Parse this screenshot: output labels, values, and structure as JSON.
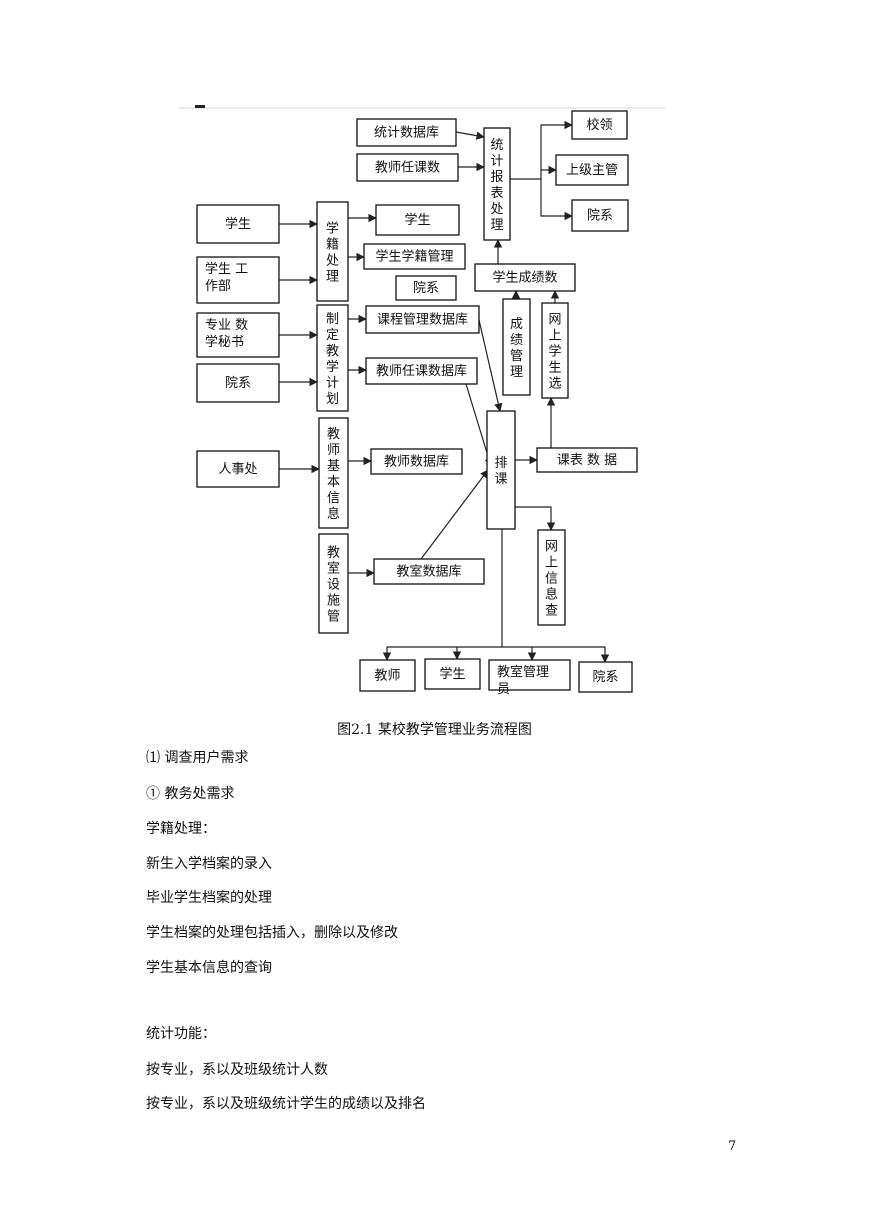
{
  "figure": {
    "nodes": [
      {
        "id": "stat_db",
        "label": "统计数据库"
      },
      {
        "id": "teacher_count",
        "label": "教师任课数"
      },
      {
        "id": "stat_report",
        "label": "统计报表处理"
      },
      {
        "id": "school_lead",
        "label": "校领"
      },
      {
        "id": "superior",
        "label": "上级主管"
      },
      {
        "id": "dept_top",
        "label": "院系"
      },
      {
        "id": "student_in",
        "label": "学生"
      },
      {
        "id": "student_work",
        "label": "学生 工 作部"
      },
      {
        "id": "status_proc",
        "label": "学籍处理"
      },
      {
        "id": "student_out",
        "label": "学生"
      },
      {
        "id": "student_status_mgmt",
        "label": "学生学籍管理"
      },
      {
        "id": "dept_mid",
        "label": "院系"
      },
      {
        "id": "score_count",
        "label": "学生成绩数"
      },
      {
        "id": "secretary",
        "label": "专业 数 学秘书"
      },
      {
        "id": "plan",
        "label": "制定教学计划"
      },
      {
        "id": "course_db",
        "label": "课程管理数据库"
      },
      {
        "id": "score_mgmt",
        "label": "成绩管理"
      },
      {
        "id": "online_select",
        "label": "网上学生选"
      },
      {
        "id": "dept_in",
        "label": "院系"
      },
      {
        "id": "teach_course_db",
        "label": "教师任课数据库"
      },
      {
        "id": "schedule",
        "label": "排课"
      },
      {
        "id": "hr",
        "label": "人事处"
      },
      {
        "id": "teacher_info",
        "label": "教师基本信息"
      },
      {
        "id": "teacher_db",
        "label": "教师数据库"
      },
      {
        "id": "timetable",
        "label": "课表 数 据"
      },
      {
        "id": "online_query",
        "label": "网上信息查"
      },
      {
        "id": "room_mgmt",
        "label": "教室设施管"
      },
      {
        "id": "room_db",
        "label": "教室数据库"
      },
      {
        "id": "out_teacher",
        "label": "教师"
      },
      {
        "id": "out_student",
        "label": "学生"
      },
      {
        "id": "out_room_admin",
        "label": "教室管理员"
      },
      {
        "id": "out_dept",
        "label": "院系"
      }
    ],
    "edges": [
      {
        "from": "stat_db",
        "to": "stat_report"
      },
      {
        "from": "teacher_count",
        "to": "stat_report"
      },
      {
        "from": "stat_report",
        "to": "school_lead"
      },
      {
        "from": "stat_report",
        "to": "superior"
      },
      {
        "from": "stat_report",
        "to": "dept_top"
      },
      {
        "from": "score_count",
        "to": "stat_report"
      },
      {
        "from": "student_in",
        "to": "status_proc"
      },
      {
        "from": "student_work",
        "to": "status_proc"
      },
      {
        "from": "status_proc",
        "to": "student_out"
      },
      {
        "from": "status_proc",
        "to": "student_status_mgmt"
      },
      {
        "from": "secretary",
        "to": "plan"
      },
      {
        "from": "dept_in",
        "to": "plan"
      },
      {
        "from": "plan",
        "to": "course_db"
      },
      {
        "from": "plan",
        "to": "teach_course_db"
      },
      {
        "from": "course_db",
        "to": "schedule"
      },
      {
        "from": "teach_course_db",
        "to": "schedule"
      },
      {
        "from": "score_mgmt",
        "to": "score_count"
      },
      {
        "from": "online_select",
        "to": "score_count"
      },
      {
        "from": "hr",
        "to": "teacher_info"
      },
      {
        "from": "teacher_info",
        "to": "teacher_db"
      },
      {
        "from": "room_mgmt",
        "to": "room_db"
      },
      {
        "from": "room_db",
        "to": "schedule"
      },
      {
        "from": "schedule",
        "to": "timetable"
      },
      {
        "from": "timetable",
        "to": "online_select"
      },
      {
        "from": "schedule",
        "to": "online_query"
      },
      {
        "from": "schedule",
        "to": "out_teacher"
      },
      {
        "from": "schedule",
        "to": "out_student"
      },
      {
        "from": "schedule",
        "to": "out_room_admin"
      },
      {
        "from": "schedule",
        "to": "out_dept"
      }
    ]
  },
  "caption": "图2.1 某校教学管理业务流程图",
  "body_lines": [
    "⑴ 调查用户需求",
    "① 教务处需求",
    "学籍处理：",
    "新生入学档案的录入",
    "毕业学生档案的处理",
    "学生档案的处理包括插入，删除以及修改",
    "学生基本信息的查询",
    "",
    "统计功能：",
    "按专业，系以及班级统计人数",
    "按专业，系以及班级统计学生的成绩以及排名"
  ],
  "page_number": "7"
}
